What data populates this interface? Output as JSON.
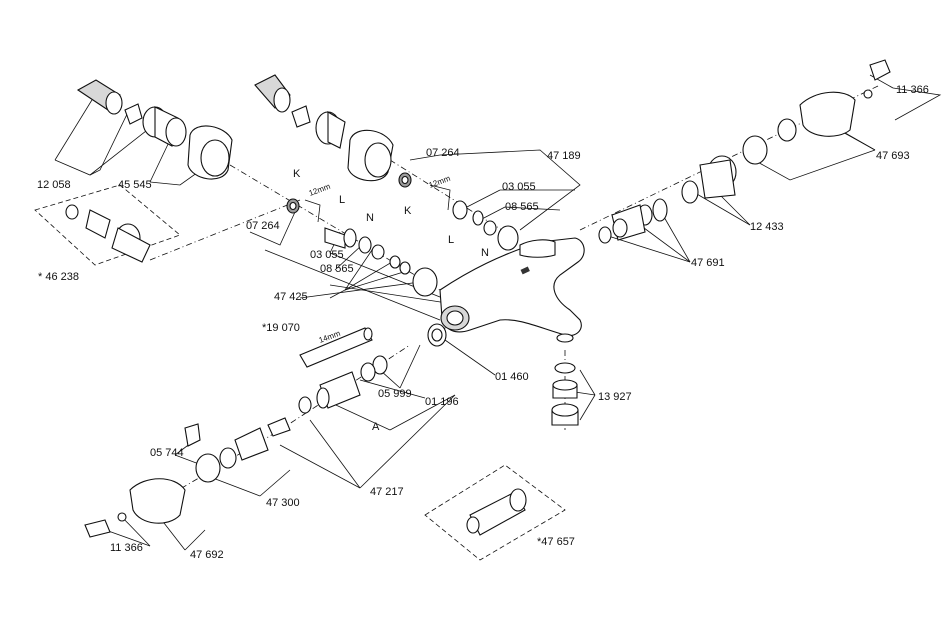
{
  "labels": {
    "p11366_top": "11 366",
    "p47693": "47 693",
    "p12433": "12 433",
    "p47691": "47 691",
    "p47189": "47 189",
    "p07264_top": "07 264",
    "p03055_top": "03 055",
    "p08565_top": "08 565",
    "p12058": "12 058",
    "p45545": "45 545",
    "p46238": "* 46 238",
    "p07264_left": "07 264",
    "p03055_left": "03 055",
    "p08565_left": "08 565",
    "p47425": "47 425",
    "p19070": "*19 070",
    "p01460": "01 460",
    "p05999": "05 999",
    "p01196": "01 196",
    "p13927": "13 927",
    "pA": "A",
    "p05744": "05 744",
    "p47300": "47 300",
    "p47217": "47 217",
    "p11366_bottom": "11 366",
    "p47692": "47 692",
    "p47657": "*47 657",
    "k_left": "K",
    "l_left": "L",
    "n_left": "N",
    "k_top": "K",
    "l_top": "L",
    "n_top": "N",
    "mm12_left": "12mm",
    "mm12_top": "12mm",
    "mm14": "14mm"
  }
}
